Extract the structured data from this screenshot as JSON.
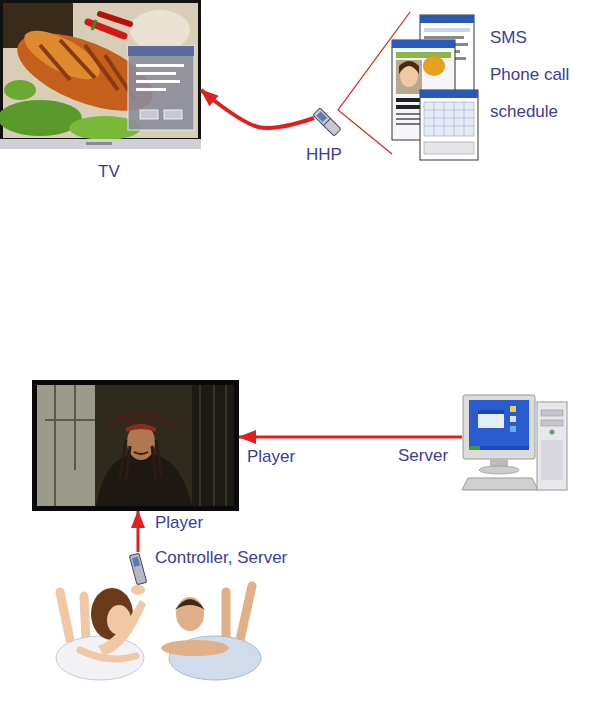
{
  "diagram": {
    "nodes": [
      {
        "text": [
          "TV"
        ]
      },
      {
        "text": [
          "HHP"
        ]
      },
      {
        "text": [
          "SMS",
          "Phone call",
          "schedule"
        ]
      },
      {
        "text": [
          "Player",
          "Player"
        ]
      },
      {
        "text": [
          "Server"
        ]
      },
      {
        "text": [
          "Controller, Server"
        ]
      }
    ],
    "edges": [
      {
        "from": 1,
        "to": 0,
        "arrow": "to"
      },
      {
        "from": 1,
        "to": 2,
        "arrow": "none"
      },
      {
        "from": 4,
        "to": 3,
        "arrow": "to"
      },
      {
        "from": 5,
        "to": 3,
        "arrow": "to"
      }
    ]
  }
}
